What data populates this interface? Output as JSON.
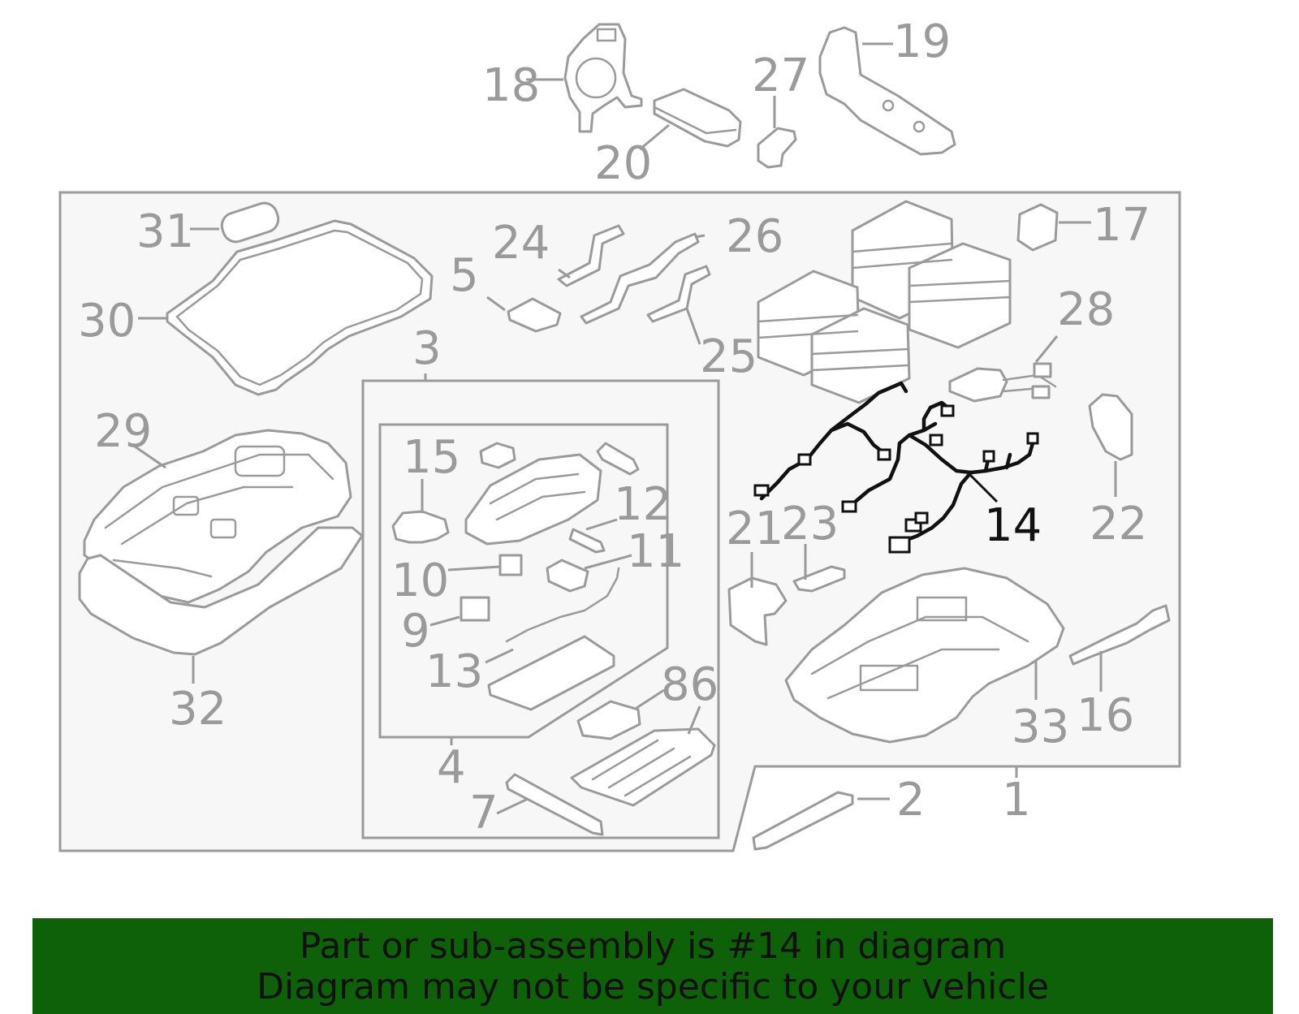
{
  "callouts": {
    "c1": "1",
    "c2": "2",
    "c3": "3",
    "c4": "4",
    "c5": "5",
    "c7": "7",
    "c9": "9",
    "c10": "10",
    "c11": "11",
    "c12": "12",
    "c13": "13",
    "c14": "14",
    "c15": "15",
    "c16": "16",
    "c17": "17",
    "c18": "18",
    "c19": "19",
    "c20": "20",
    "c21": "21",
    "c22": "22",
    "c23": "23",
    "c24": "24",
    "c25": "25",
    "c26": "26",
    "c27": "27",
    "c28": "28",
    "c29": "29",
    "c30": "30",
    "c31": "31",
    "c32": "32",
    "c33": "33",
    "c86": "86"
  },
  "colors": {
    "part_stroke": "#9a9a9a",
    "highlight": "#111111",
    "banner": "#0e6108"
  },
  "banner": {
    "line1": "Part or sub-assembly is #14 in diagram",
    "line2": "Diagram may not be specific to your vehicle"
  }
}
